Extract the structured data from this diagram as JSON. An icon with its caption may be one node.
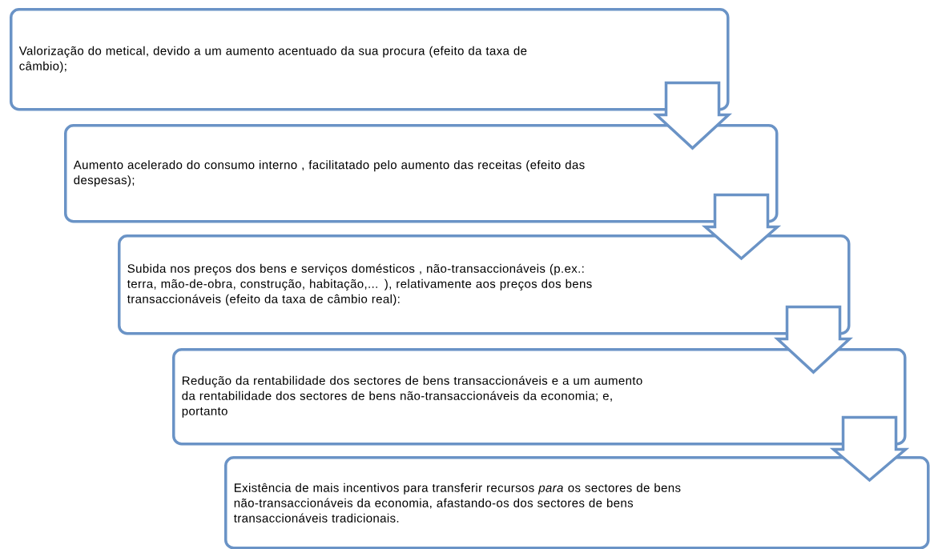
{
  "diagram": {
    "nodes": [
      {
        "text": [
          "Valorização do metical, devido a um aumento acentuado da sua procura (efeito da taxa de câmbio);"
        ]
      },
      {
        "text": [
          "Aumento  acelerado do consumo interno , facilitatado pelo aumento das receitas (efeito das despesas);"
        ]
      },
      {
        "text": [
          "Subida nos preços dos bens e serviços domésticos , não-transaccionáveis (p.ex.: terra,  mão-de-obra, construção, habitação,... ), relativamente aos preços dos bens transaccionáveis (efeito da taxa de câmbio real):"
        ]
      },
      {
        "text": [
          "Redução da rentabilidade dos sectores de bens transaccionáveis e a um aumento da rentabilidade dos sectores de bens não-transaccionáveis da economia; e, portanto"
        ]
      },
      {
        "text": [
          "Existência de mais incentivos para  transferir recursos *para* os sectores de bens não-transaccionáveis da economia, afastando-os dos sectores de bens transaccionáveis tradicionais."
        ]
      }
    ],
    "edges": [
      {
        "from": 0,
        "to": 1,
        "arrow": "to"
      },
      {
        "from": 1,
        "to": 2,
        "arrow": "to"
      },
      {
        "from": 2,
        "to": 3,
        "arrow": "to"
      },
      {
        "from": 3,
        "to": 4,
        "arrow": "to"
      }
    ]
  }
}
